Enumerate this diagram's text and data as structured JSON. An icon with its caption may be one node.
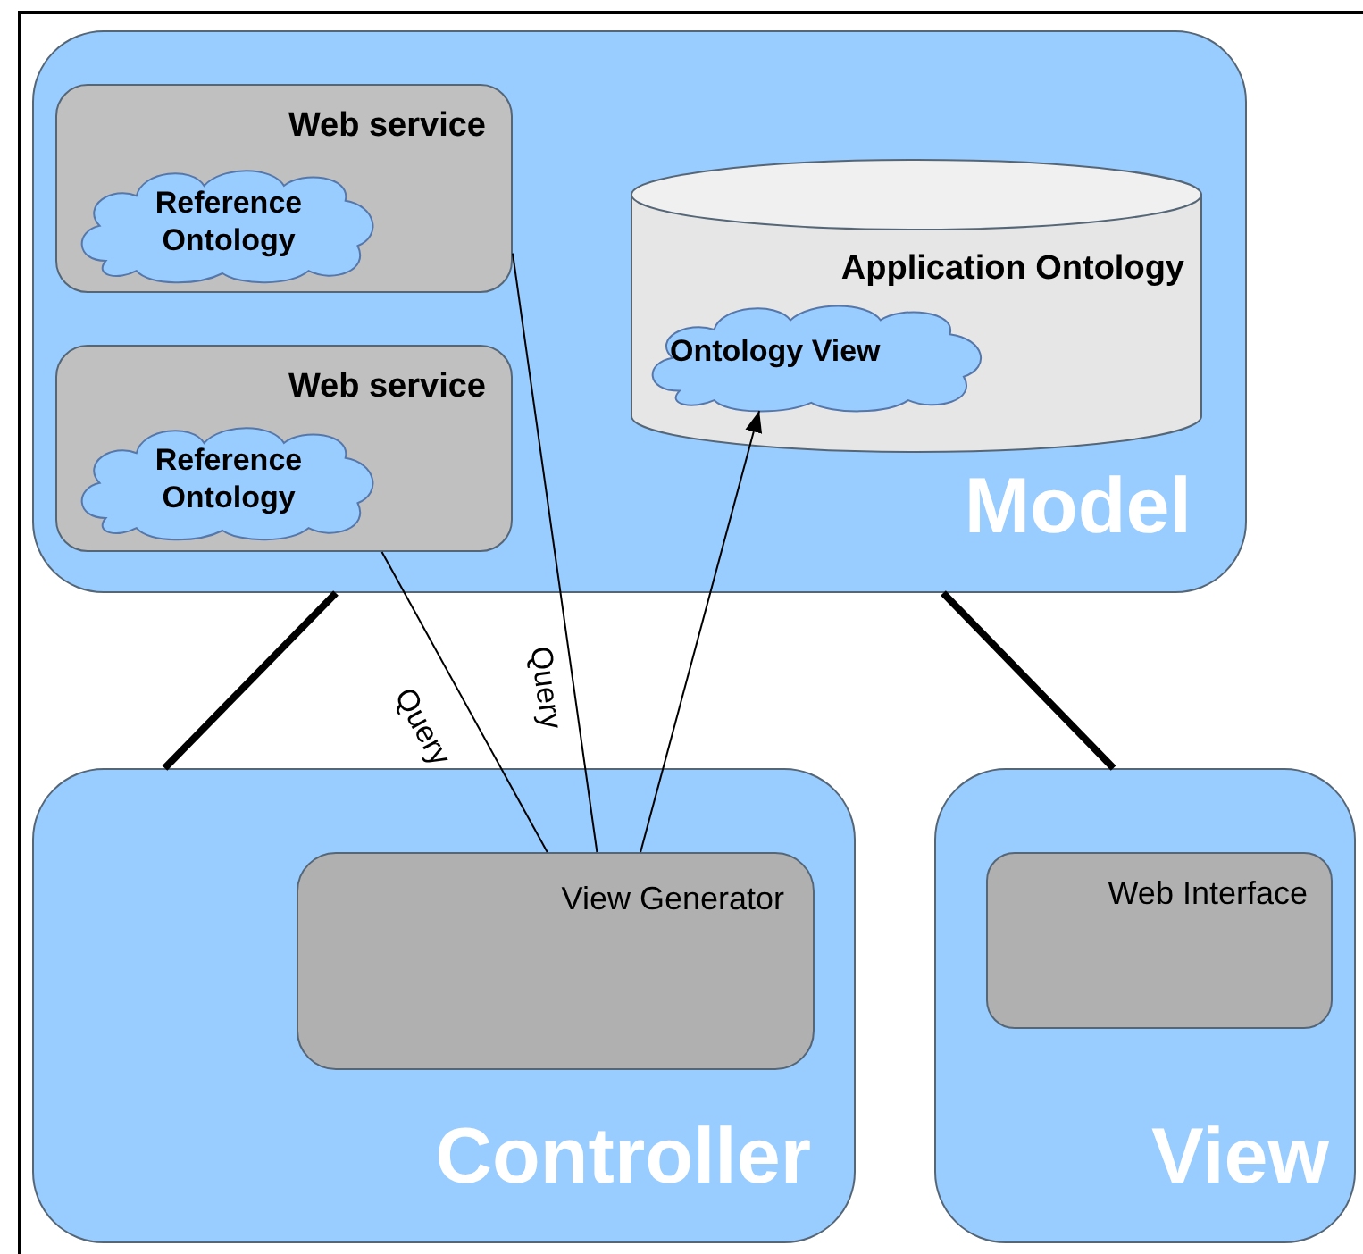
{
  "diagram": {
    "nodes": [
      {
        "text": [
          "Model"
        ]
      },
      {
        "text": [
          "Web service"
        ],
        "in": 0
      },
      {
        "text": [
          "Reference Ontology"
        ],
        "in": 1
      },
      {
        "text": [
          "Web service"
        ],
        "in": 0
      },
      {
        "text": [
          "Reference Ontology"
        ],
        "in": 3
      },
      {
        "text": [
          "Application Ontology"
        ],
        "in": 0
      },
      {
        "text": [
          "Ontology View"
        ],
        "in": 5
      },
      {
        "text": [
          "Controller"
        ]
      },
      {
        "text": [
          "View Generator"
        ],
        "in": 7
      },
      {
        "text": [
          "View"
        ]
      },
      {
        "text": [
          "Web Interface"
        ],
        "in": 9
      }
    ],
    "edges": [
      {
        "from": 0,
        "to": 7,
        "arrow": "none",
        "style": "thick"
      },
      {
        "from": 0,
        "to": 9,
        "arrow": "none",
        "style": "thick"
      },
      {
        "from": 1,
        "to": 8,
        "arrow": "none",
        "label": "Query"
      },
      {
        "from": 3,
        "to": 8,
        "arrow": "none",
        "label": "Query"
      },
      {
        "from": 8,
        "to": 6,
        "arrow": "to"
      }
    ]
  }
}
